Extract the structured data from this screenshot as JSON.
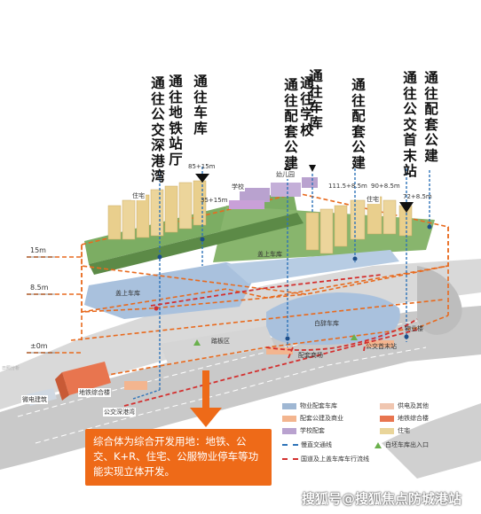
{
  "vertical_labels": [
    {
      "text": "通往公交深港湾"
    },
    {
      "text": "通往地铁站厅"
    },
    {
      "text": "通往车库"
    },
    {
      "text": "通往学校"
    },
    {
      "text": "通往车库"
    },
    {
      "text": "通往配套公建"
    },
    {
      "text": "通往配套公建"
    },
    {
      "text": "通往公交首末站"
    },
    {
      "text": "通往配套公建"
    }
  ],
  "level_labels": {
    "l15": "15m",
    "l85": "8.5m",
    "l0": "±0m"
  },
  "elevation_labels": {
    "e1": "85+15m",
    "e2": "35+15m",
    "e3": "111.5+8.5m",
    "e4": "90+8.5m",
    "e5": "72+8.5m"
  },
  "map_labels": {
    "zhuzhai_left": "住宅",
    "xuexiao": "学校",
    "youeryuan": "幼儿园",
    "zhuzhai_right": "住宅",
    "gaishang_chekuA": "盖上车库",
    "gaishang_chekuB": "盖上车库",
    "baishi_cheku": "白辞车库",
    "taidiqu": "踏板区",
    "peitao": "配套商场",
    "gongjiao_shoumo": "公交首末站",
    "wuye": "物业楼",
    "ditie_zonghe": "地铁综合楼",
    "chuandian": "微电建筑",
    "gongjiao_shengang": "公交深港湾",
    "left_edge_small": "日照分析"
  },
  "callout": {
    "text": "综合体为综合开发用地：地铁、公交、K+R、住宅、公服物业停车等功能实现立体开发。"
  },
  "legend": {
    "items": [
      {
        "label": "物业配套车库",
        "color": "#9fb7d3",
        "kind": "swatch"
      },
      {
        "label": "供电及其他",
        "color": "#f0c6b0",
        "kind": "swatch"
      },
      {
        "label": "配套公建及商业",
        "color": "#f3b58f",
        "kind": "swatch"
      },
      {
        "label": "地铁综合楼",
        "color": "#e8754f",
        "kind": "swatch"
      },
      {
        "label": "学校配套",
        "color": "#b9a2cf",
        "kind": "swatch"
      },
      {
        "label": "住宅",
        "color": "#e9d59a",
        "kind": "swatch"
      },
      {
        "label": "慢直交通线",
        "color": "#2e73b8",
        "kind": "line"
      },
      {
        "label": "白坯车库出入口",
        "color": "#6ab04c",
        "kind": "triangle"
      },
      {
        "label": "国道及上盖车库车行流线",
        "color": "#d3302f",
        "kind": "line"
      }
    ]
  },
  "watermark": {
    "text": "搜狐号@搜狐焦点防城港站"
  },
  "colors": {
    "orange": "#ee6a18",
    "dash_orange": "#e86a1e",
    "green": "#7cad63",
    "blue_plaza": "#a9c1dd",
    "building": "#e9cf8d",
    "purple": "#b9a2cf",
    "red": "#d3302f",
    "roads": "#b5b5b5"
  }
}
